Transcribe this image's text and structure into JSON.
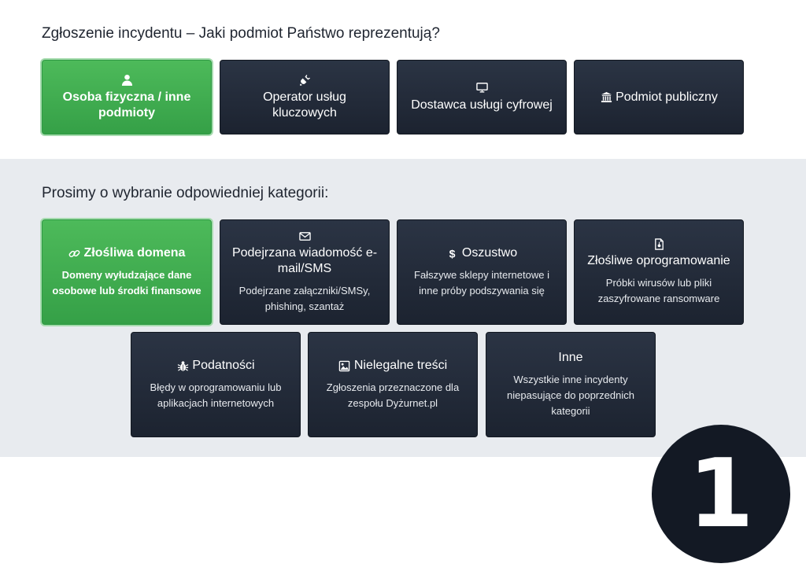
{
  "header": {
    "title": "Zgłoszenie incydentu – Jaki podmiot Państwo reprezentują?"
  },
  "entity_options": [
    {
      "label": "Osoba fizyczna / inne podmioty",
      "icon": "user-icon",
      "selected": true
    },
    {
      "label": "Operator usług kluczowych",
      "icon": "plug-icon",
      "selected": false
    },
    {
      "label": "Dostawca usługi cyfrowej",
      "icon": "monitor-icon",
      "selected": false
    },
    {
      "label": "Podmiot publiczny",
      "icon": "institution-icon",
      "selected": false
    }
  ],
  "categories_section": {
    "title": "Prosimy o wybranie odpowiedniej kategorii:",
    "items": [
      {
        "label": "Złośliwa domena",
        "description": "Domeny wyłudzające dane osobowe lub środki finansowe",
        "icon": "link-icon",
        "selected": true
      },
      {
        "label": "Podejrzana wiadomość e-mail/SMS",
        "description": "Podejrzane załączniki/SMSy, phishing, szantaż",
        "icon": "envelope-icon",
        "selected": false
      },
      {
        "label": "Oszustwo",
        "description": "Fałszywe sklepy internetowe i inne próby podszywania się",
        "icon": "dollar-icon",
        "selected": false
      },
      {
        "label": "Złośliwe oprogramowanie",
        "description": "Próbki wirusów lub pliki zaszyfrowane ransomware",
        "icon": "file-code-icon",
        "selected": false
      },
      {
        "label": "Podatności",
        "description": "Błędy w oprogramowaniu lub aplikacjach internetowych",
        "icon": "bug-icon",
        "selected": false
      },
      {
        "label": "Nielegalne treści",
        "description": "Zgłoszenia przeznaczone dla zespołu Dyżurnet.pl",
        "icon": "image-icon",
        "selected": false
      },
      {
        "label": "Inne",
        "description": "Wszystkie inne incydenty niepasujące do poprzednich kategorii",
        "icon": "",
        "selected": false
      }
    ]
  },
  "step_badge": {
    "number": "1"
  },
  "colors": {
    "selected": "#3fae50",
    "tile": "#232b38",
    "band": "#e8ebef",
    "badge": "#131924"
  }
}
